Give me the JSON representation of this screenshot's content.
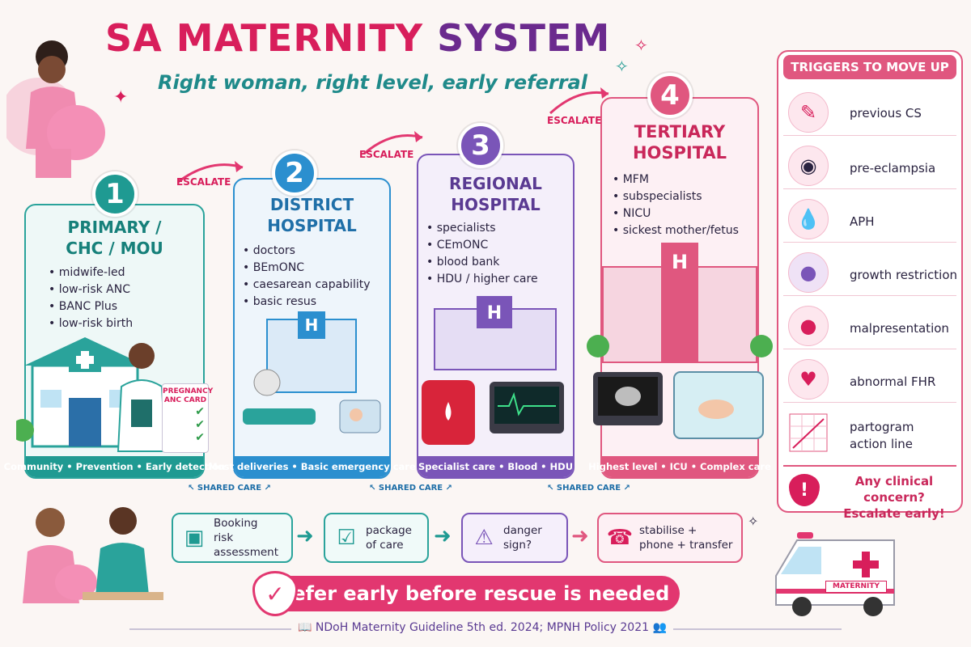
{
  "title": {
    "part1": "SA MATERNITY",
    "part2": "SYSTEM"
  },
  "subtitle": "Right woman, right level, early referral",
  "levels": [
    {
      "number": "1",
      "title_line1": "PRIMARY /",
      "title_line2": "CHC / MOU",
      "bullets": [
        "midwife-led",
        "low-risk ANC",
        "BANC Plus",
        "low-risk birth"
      ],
      "footer": "Community • Prevention • Early detection"
    },
    {
      "number": "2",
      "title_line1": "DISTRICT",
      "title_line2": "HOSPITAL",
      "bullets": [
        "doctors",
        "BEmONC",
        "caesarean capability",
        "basic resus"
      ],
      "footer": "Most deliveries • Basic emergency care"
    },
    {
      "number": "3",
      "title_line1": "REGIONAL",
      "title_line2": "HOSPITAL",
      "bullets": [
        "specialists",
        "CEmONC",
        "blood bank",
        "HDU / higher care"
      ],
      "footer": "Specialist care • Blood • HDU"
    },
    {
      "number": "4",
      "title_line1": "TERTIARY",
      "title_line2": "HOSPITAL",
      "bullets": [
        "MFM",
        "subspecialists",
        "NICU",
        "sickest mother/fetus"
      ],
      "footer": "Highest level • ICU • Complex care"
    }
  ],
  "escalate_label": "ESCALATE",
  "shared_care_label": "SHARED CARE",
  "anc_card": {
    "line1": "PREGNANCY",
    "line2": "ANC CARD"
  },
  "triggers": {
    "heading": "TRIGGERS TO MOVE UP",
    "items": [
      {
        "icon": "scalpel-icon",
        "line1": "previous CS",
        "line2": ""
      },
      {
        "icon": "blood-pressure-cuff-icon",
        "line1": "pre-eclampsia",
        "line2": ""
      },
      {
        "icon": "blood-drops-icon",
        "line1": "APH",
        "line2": ""
      },
      {
        "icon": "fetus-icon",
        "line1": "growth restriction",
        "line2": ""
      },
      {
        "icon": "fetus-breech-icon",
        "line1": "malpresentation",
        "line2": ""
      },
      {
        "icon": "heart-rate-icon",
        "line1": "abnormal FHR",
        "line2": ""
      },
      {
        "icon": "graph-icon",
        "line1": "partogram",
        "line2": "action line"
      }
    ],
    "concern_line1": "Any clinical concern?",
    "concern_line2": "Escalate early!"
  },
  "pathway": [
    {
      "icon": "id-card-icon",
      "line1": "Booking",
      "line2": "risk assessment"
    },
    {
      "icon": "checklist-icon",
      "line1": "package",
      "line2": "of care"
    },
    {
      "icon": "warning-icon",
      "line1": "danger",
      "line2": "sign?"
    },
    {
      "icon": "phone-icon",
      "line1": "stabilise +",
      "line2": "phone + transfer"
    }
  ],
  "banner": "Refer early before rescue is needed",
  "ambulance_label": "MATERNITY",
  "references": "NDoH Maternity Guideline 5th ed. 2024; MPNH Policy 2021",
  "colors": {
    "primary_teal": "#1f9a92",
    "district_blue": "#2b8fcf",
    "regional_purple": "#7a55b8",
    "tertiary_pink": "#e0577f",
    "title_red": "#d81e5b",
    "title_purple": "#6b2a8e"
  }
}
